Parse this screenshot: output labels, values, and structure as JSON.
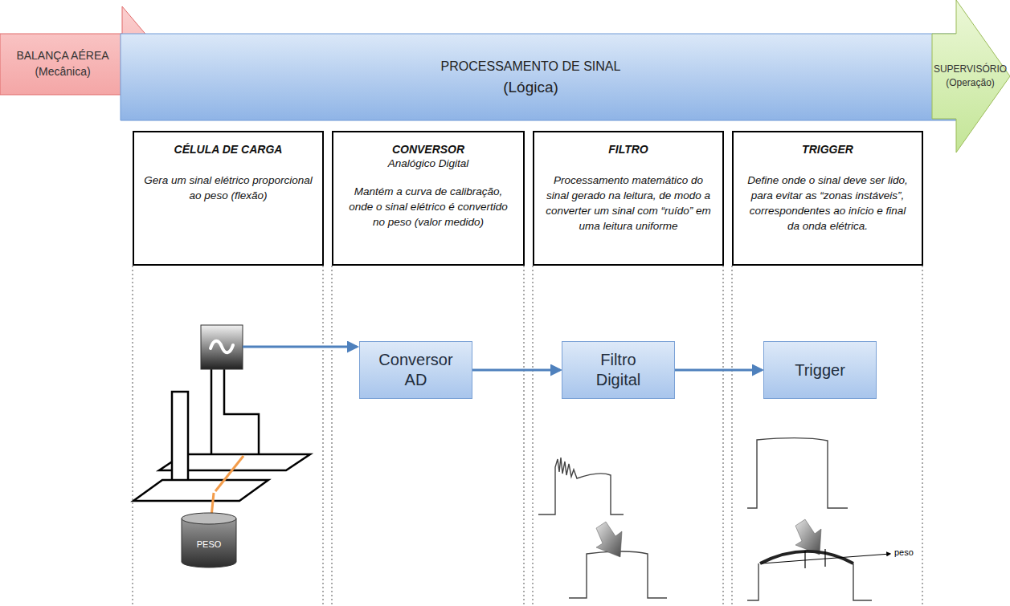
{
  "diagram": {
    "nodes": [
      {
        "text": [
          "BALANÇA AÉREA",
          "(Mecânica)"
        ]
      },
      {
        "text": [
          "PROCESSAMENTO DE SINAL",
          "(Lógica)"
        ]
      },
      {
        "text": [
          "SUPERVISÓRIO",
          "(Operação)"
        ]
      },
      {
        "text": [
          "CÉLULA DE CARGA",
          "Gera um sinal elétrico proporcional ao peso (flexão)"
        ]
      },
      {
        "text": [
          "CONVERSOR",
          "Analógico Digital",
          "Mantém a curva de calibração, onde o sinal elétrico é convertido no peso (valor medido)"
        ]
      },
      {
        "text": [
          "FILTRO",
          "Processamento matemático do sinal gerado na leitura, de modo a converter um sinal com “ruído” em uma leitura uniforme"
        ]
      },
      {
        "text": [
          "TRIGGER",
          "Define onde o sinal deve ser lido, para evitar as “zonas instáveis”, correspondentes ao início e final da onda elétrica."
        ]
      },
      {
        "text": [
          "PESO"
        ]
      },
      {
        "text": [
          "Conversor AD"
        ]
      },
      {
        "text": [
          "Filtro Digital"
        ]
      },
      {
        "text": [
          "Trigger"
        ]
      }
    ],
    "edges": [
      {
        "from": 8,
        "to": 9,
        "arrow": "to"
      },
      {
        "from": 9,
        "to": 10,
        "arrow": "to"
      }
    ],
    "labels": [
      "peso"
    ]
  }
}
